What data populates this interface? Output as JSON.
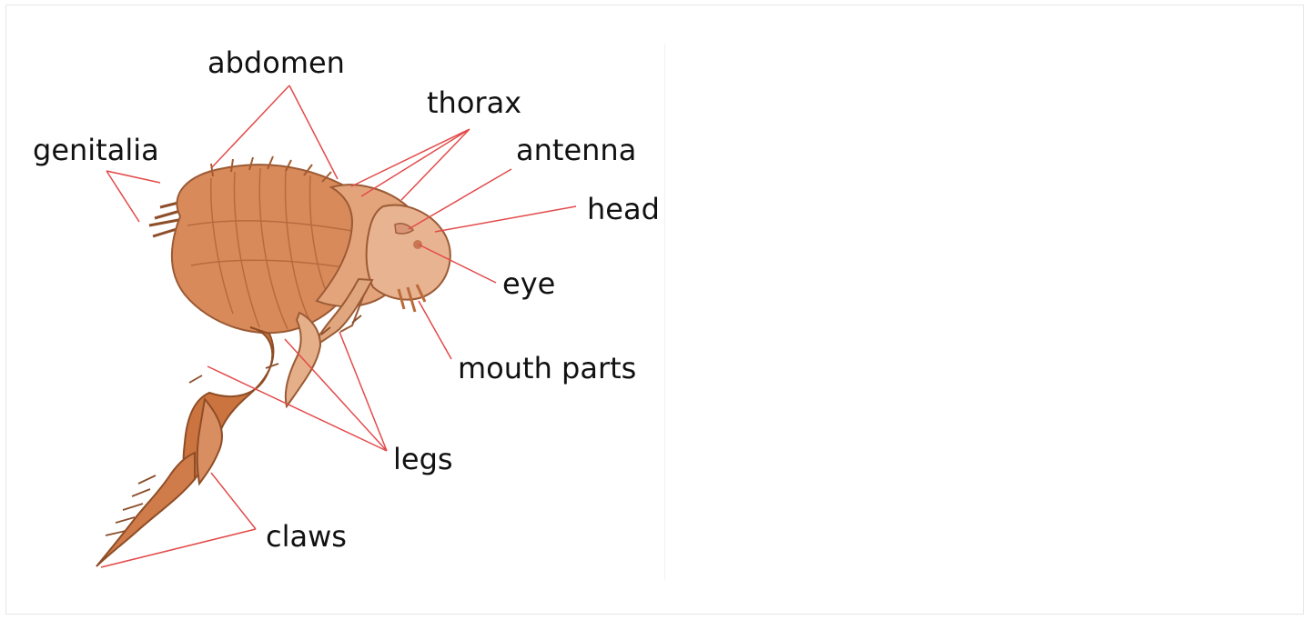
{
  "diagram": {
    "labels": {
      "abdomen": "abdomen",
      "thorax": "thorax",
      "genitalia": "genitalia",
      "antenna": "antenna",
      "head": "head",
      "eye": "eye",
      "mouth_parts": "mouth parts",
      "legs": "legs",
      "claws": "claws"
    },
    "colors": {
      "leader_line": "#e34a4a",
      "abdomen_fill": "#d98a5b",
      "thorax_fill": "#e3a47c",
      "head_fill": "#e8b391",
      "leg_fill": "#c86d36",
      "outline": "#9b5a34"
    }
  }
}
